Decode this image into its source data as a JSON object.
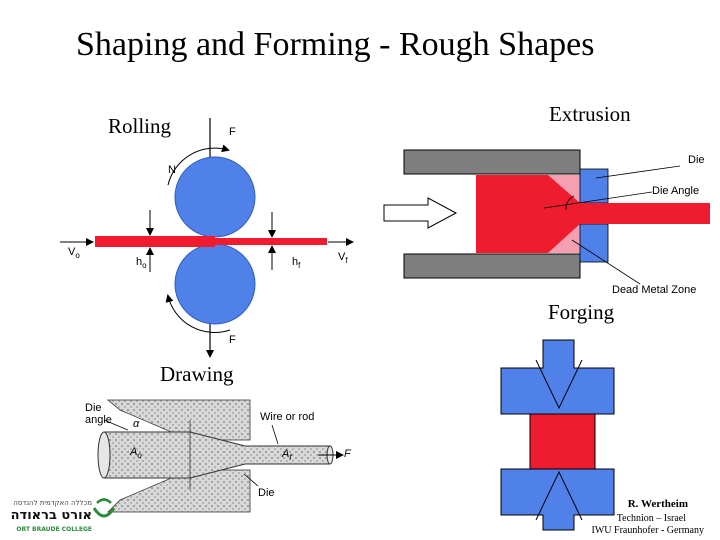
{
  "title": "Shaping and Forming - Rough Shapes",
  "rolling": {
    "heading": "Rolling",
    "force_top": "F",
    "force_bottom": "F",
    "normal": "N",
    "v_in": "V",
    "v_in_sub": "o",
    "v_out": "V",
    "v_out_sub": "f",
    "h_in": "h",
    "h_in_sub": "o",
    "h_out": "h",
    "h_out_sub": "f"
  },
  "extrusion": {
    "heading": "Extrusion",
    "die_label": "Die",
    "die_angle_label": "Die Angle",
    "dead_zone_label": "Dead Metal Zone"
  },
  "forging": {
    "heading": "Forging"
  },
  "drawing": {
    "heading": "Drawing",
    "die_angle_line1": "Die",
    "die_angle_line2": "angle",
    "alpha": "α",
    "wire_label": "Wire or rod",
    "area_in": "A",
    "area_in_sub": "o",
    "area_out": "A",
    "area_out_sub": "f",
    "force": "F",
    "die_label": "Die"
  },
  "credit": {
    "name": "R. Wertheim",
    "line2": "Technion – Israel",
    "line3": "IWU Fraunhofer - Germany"
  },
  "logo": {
    "hebrew_line1": "מכללה האקדמית להנדסה",
    "hebrew_line2": "אורט בראודה",
    "english": "ORT BRAUDE COLLEGE"
  },
  "colors": {
    "workpiece": "#ee1c2e",
    "roll": "#4f81e8",
    "container": "#7f7f7f",
    "dead_zone": "#f4a0b0"
  }
}
